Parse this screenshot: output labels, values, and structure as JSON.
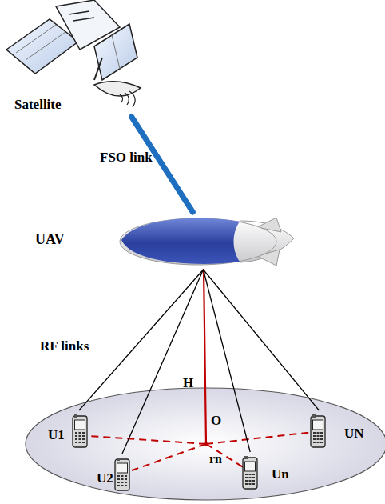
{
  "diagram": {
    "nodes": [
      {
        "text": [
          "Satellite"
        ]
      },
      {
        "text": [
          "UAV"
        ]
      },
      {
        "text": [
          "U1"
        ]
      },
      {
        "text": [
          "U2"
        ]
      },
      {
        "text": [
          "Un"
        ]
      },
      {
        "text": [
          "UN"
        ]
      }
    ],
    "edges": [
      {
        "from": 0,
        "to": 1,
        "arrow": "none",
        "label": "FSO link"
      },
      {
        "from": 1,
        "to": 2,
        "arrow": "none"
      },
      {
        "from": 1,
        "to": 3,
        "arrow": "none"
      },
      {
        "from": 1,
        "to": 4,
        "arrow": "none"
      },
      {
        "from": 1,
        "to": 5,
        "arrow": "none"
      }
    ],
    "labels": [
      "RF links",
      "H",
      "O",
      "rn"
    ]
  }
}
